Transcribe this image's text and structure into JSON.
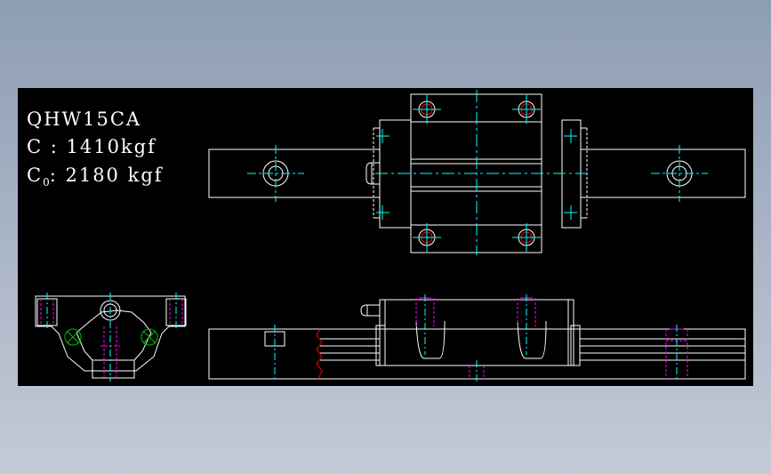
{
  "specs": {
    "model": "QHW15CA",
    "c_line": "C : 1410kgf",
    "c0_prefix": "C",
    "c0_subscript": "0",
    "c0_value": ": 2180 kgf"
  },
  "colors": {
    "background": "#000000",
    "line": "#ffffff",
    "center": "#00ffff",
    "hidden": "#ff00ff",
    "ball": "#00c000",
    "section": "#ff0000",
    "text": "#ffffff"
  }
}
